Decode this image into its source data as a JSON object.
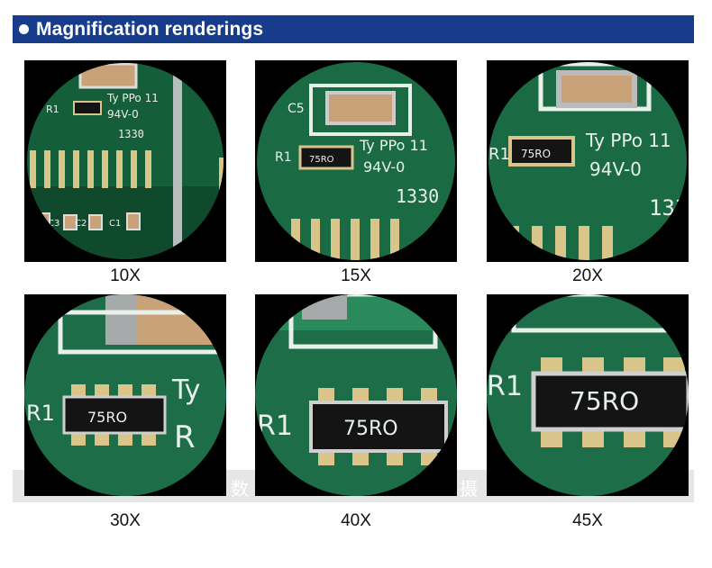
{
  "header": {
    "title": "Magnification renderings"
  },
  "watermark": {
    "left_char": "数",
    "right_char": "摄"
  },
  "tiles": [
    {
      "caption": "10X"
    },
    {
      "caption": "15X"
    },
    {
      "caption": "20X"
    },
    {
      "caption": "30X"
    },
    {
      "caption": "40X"
    },
    {
      "caption": "45X"
    }
  ],
  "pcb": {
    "cap_label": "C5",
    "res_label": "R1",
    "res_marking": "75RO",
    "maker": "Ty PPo 11",
    "rating": "94V-0",
    "code": "1330",
    "c_labels": [
      "C3",
      "C2",
      "C1"
    ]
  },
  "colors": {
    "header_bg": "#173c8c",
    "pcb_green": "#155e3a",
    "silkscreen": "#e8f0ea",
    "pad_gold": "#d9c48a",
    "resistor_body": "#141414",
    "cap_body": "#c9a27a"
  }
}
